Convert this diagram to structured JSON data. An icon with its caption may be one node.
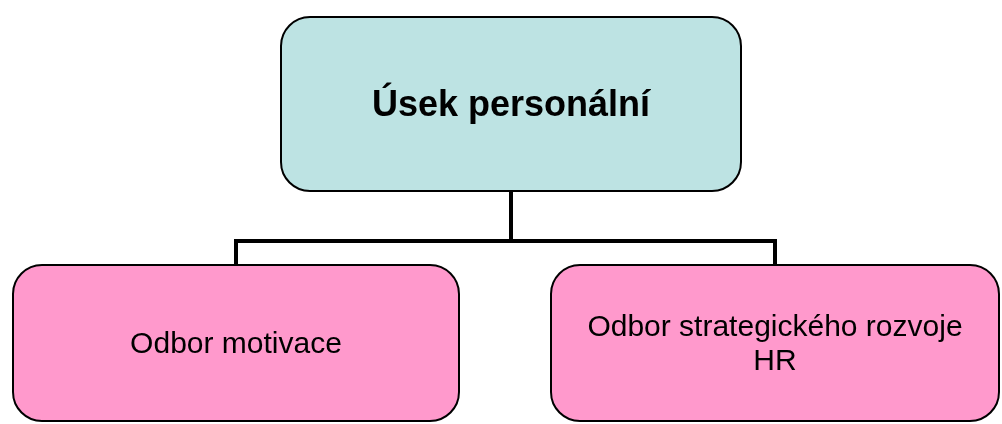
{
  "diagram": {
    "nodes": [
      {
        "text": [
          "Úsek personální"
        ]
      },
      {
        "text": [
          "Odbor motivace"
        ]
      },
      {
        "text": [
          "Odbor strategického rozvoje HR"
        ]
      }
    ],
    "edges": [
      {
        "from": 0,
        "to": 1,
        "arrow": "none"
      },
      {
        "from": 0,
        "to": 2,
        "arrow": "none"
      }
    ]
  }
}
